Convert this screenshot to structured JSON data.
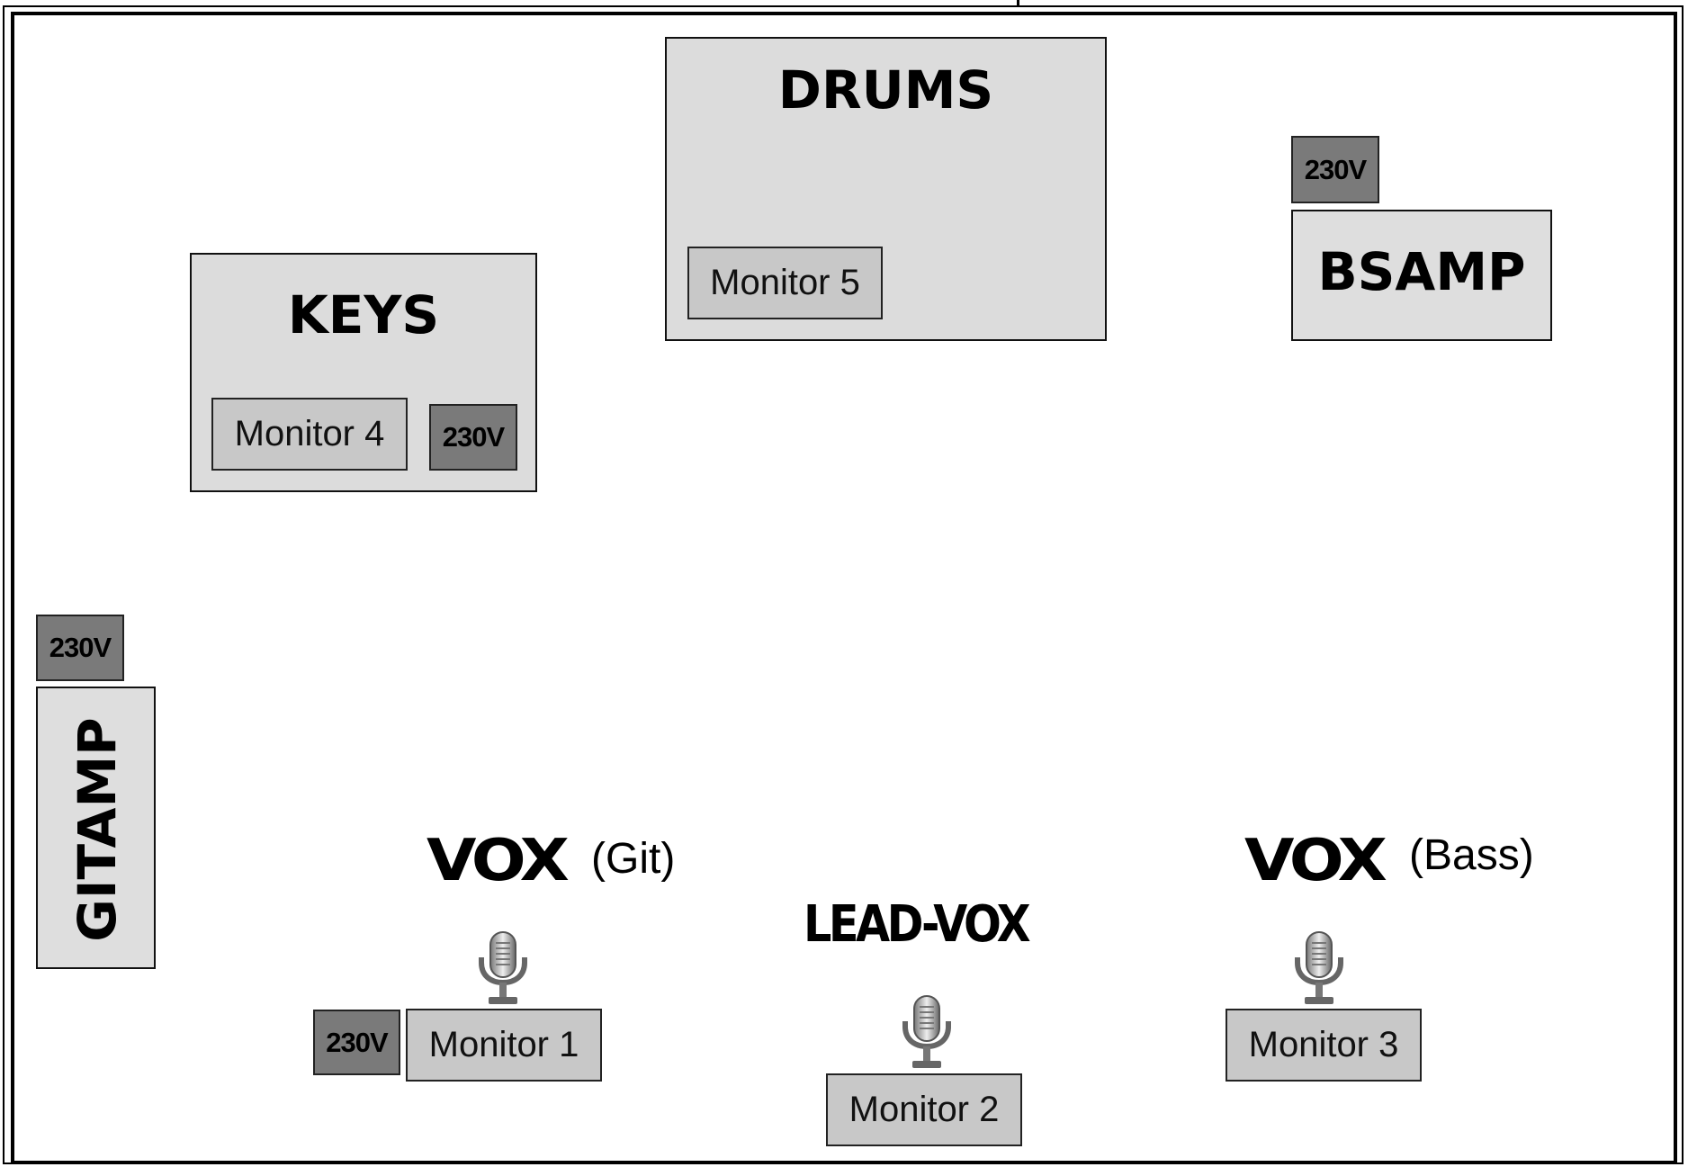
{
  "stage": {
    "drums": {
      "label": "DRUMS",
      "monitor": "Monitor 5"
    },
    "keys": {
      "label": "KEYS",
      "monitor": "Monitor 4",
      "power": "230V"
    },
    "bass_amp": {
      "label": "BSAMP",
      "power": "230V"
    },
    "guitar_amp": {
      "label": "GITAMP",
      "power": "230V"
    },
    "vox_git": {
      "label": "VOX",
      "sub": "(Git)",
      "monitor": "Monitor 1",
      "power": "230V",
      "mic_icon": "microphone-icon"
    },
    "lead_vox": {
      "label": "LEAD-VOX",
      "monitor": "Monitor 2",
      "mic_icon": "microphone-icon"
    },
    "vox_bass": {
      "label": "VOX",
      "sub": "(Bass)",
      "monitor": "Monitor 3",
      "mic_icon": "microphone-icon"
    }
  },
  "colors": {
    "box_fill": "#dcdcdc",
    "monitor_fill": "#c8c8c8",
    "power_fill": "#7a7a7a",
    "border": "#000000"
  }
}
